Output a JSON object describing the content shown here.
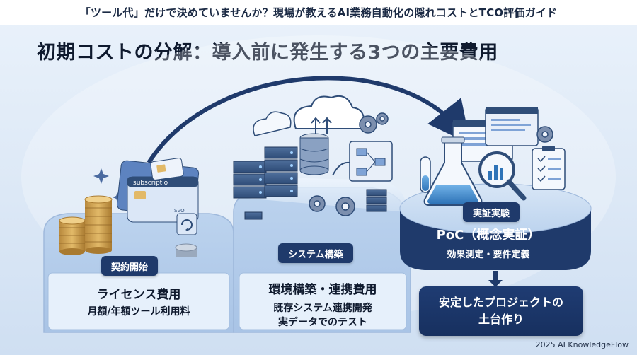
{
  "banner": {
    "title": "「ツール代」だけで決めていませんか？現場が教えるAI業務自動化の隠れコストとTCO評価ガイド"
  },
  "main_title": "初期コストの分解：導入前に発生する3つの主要費用",
  "stages": [
    {
      "pill": "契約開始",
      "title": "ライセンス費用",
      "lines": [
        "月額/年額ツール利用料"
      ]
    },
    {
      "pill": "システム構築",
      "title": "環境構築・連携費用",
      "lines": [
        "既存システム連携開発",
        "実データでのテスト"
      ]
    },
    {
      "pill": "実証実験",
      "title": "PoC（概念実証）",
      "lines": [
        "効果測定・要件定義"
      ]
    }
  ],
  "card_labels": {
    "subscription": "subscriptio",
    "card_code": "SVO"
  },
  "result": "安定したプロジェクトの\n土台作り",
  "footer": "2025 AI KnowledgeFlow",
  "colors": {
    "navy": "#1f3a6b",
    "light_bg": "#eaf2fb",
    "pedestal": "#c9dcf2"
  }
}
